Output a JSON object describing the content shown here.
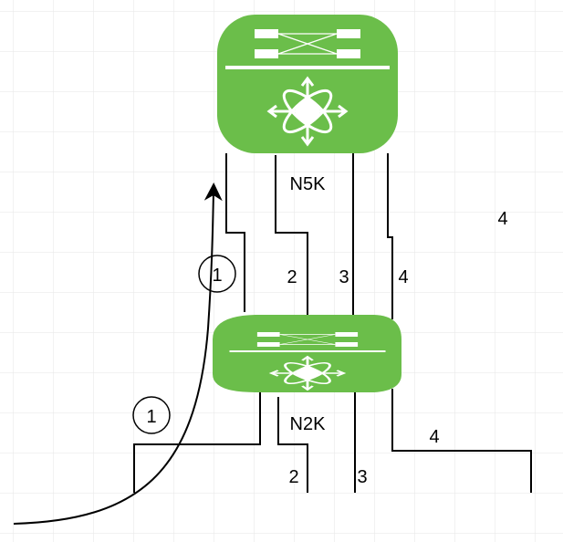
{
  "colors": {
    "device_fill": "#6bbe4a",
    "icon": "#ffffff",
    "grid": "#e6e6e6",
    "line": "#000000"
  },
  "devices": {
    "top": {
      "label": "N5K",
      "icon": "nexus-switch-icon"
    },
    "bottom": {
      "label": "N2K",
      "icon": "nexus-switch-icon"
    }
  },
  "labels": {
    "top_ports": [
      "2",
      "3",
      "4"
    ],
    "floating_4": "4",
    "bottom_ports": [
      "2",
      "3"
    ],
    "bottom_4": "4",
    "circle_1_a": "1",
    "circle_1_b": "1"
  }
}
